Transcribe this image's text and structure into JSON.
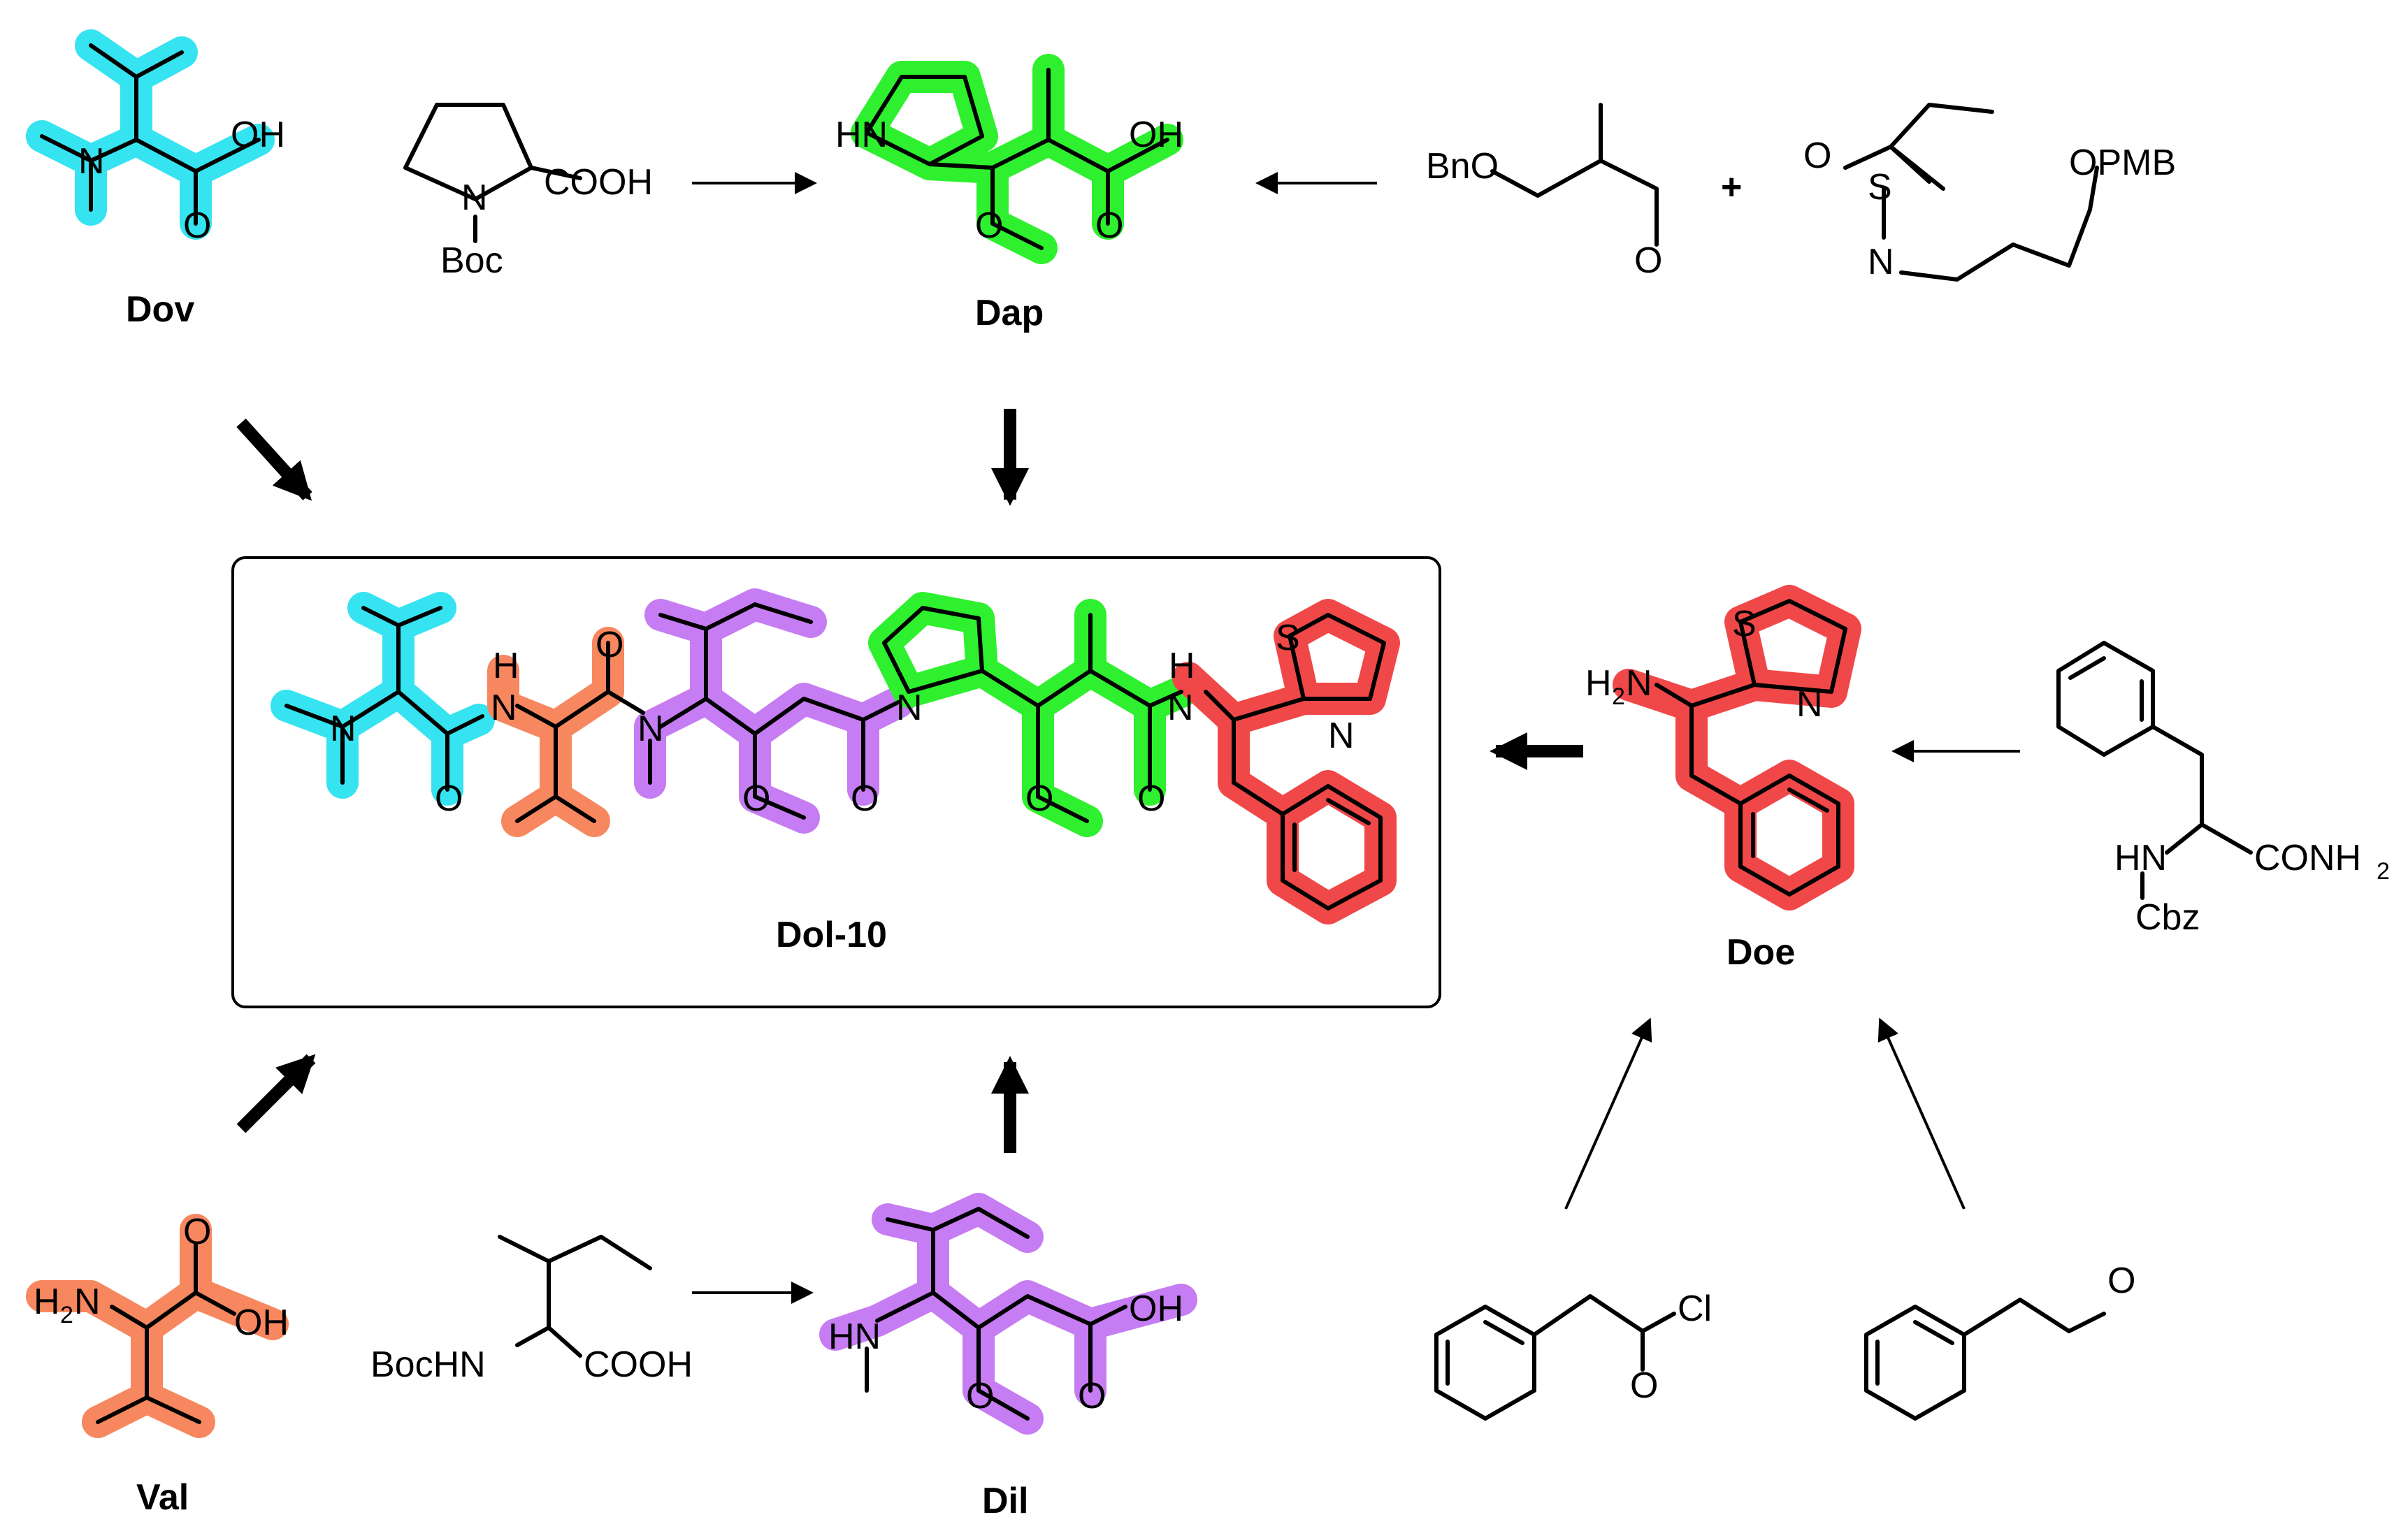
{
  "compounds": {
    "dov": "Dov",
    "dap": "Dap",
    "dol10": "Dol-10",
    "doe": "Doe",
    "val": "Val",
    "dil": "Dil"
  },
  "plus_sign": "+",
  "atom_labels": {
    "oh": "OH",
    "o": "O",
    "n": "N",
    "s": "S",
    "hn": "HN",
    "nh_h": "H",
    "cooh": "COOH",
    "boc": "Boc",
    "bno": "BnO",
    "opmb": "OPMB",
    "h2n_h": "H",
    "h2n_2": "2",
    "h2n_n": "N",
    "bochn": "BocHN",
    "conh": "CONH",
    "conh_2": "2",
    "cbz": "Cbz",
    "cl": "Cl"
  },
  "colors": {
    "dov": "#36e3f0",
    "val": "#f7875f",
    "dil": "#c67cf2",
    "dap": "#2ef02e",
    "doe": "#f04848",
    "ink": "#000000"
  }
}
